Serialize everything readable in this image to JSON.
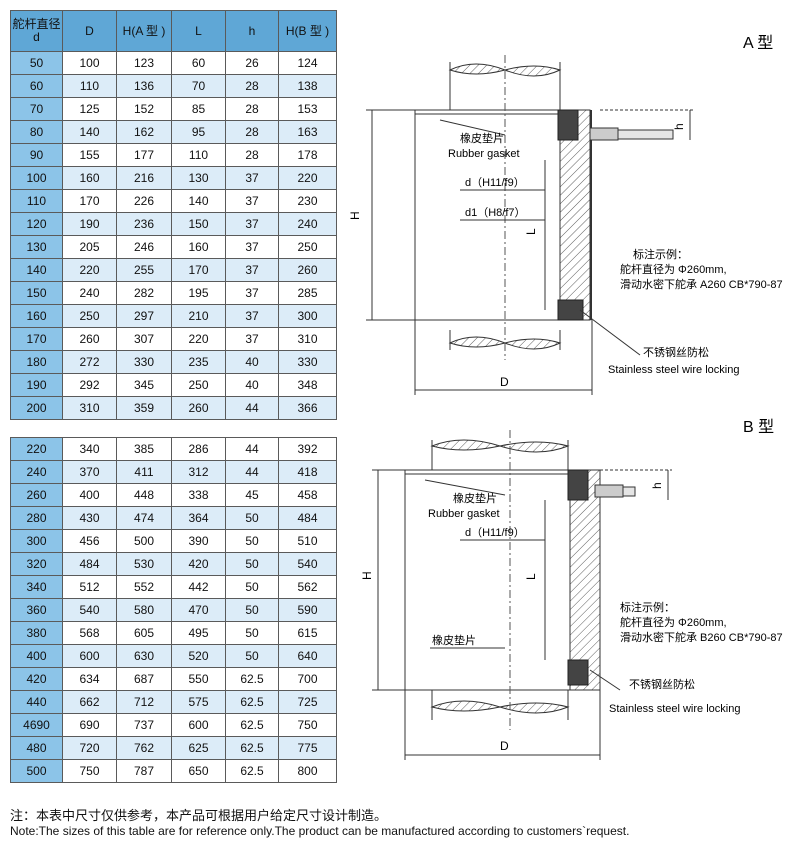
{
  "table": {
    "headers": [
      "舵杆直径\nd",
      "D",
      "H(A 型 )",
      "L",
      "h",
      "H(B 型 )"
    ],
    "group1": [
      [
        "50",
        "100",
        "123",
        "60",
        "26",
        "124"
      ],
      [
        "60",
        "110",
        "136",
        "70",
        "28",
        "138"
      ],
      [
        "70",
        "125",
        "152",
        "85",
        "28",
        "153"
      ],
      [
        "80",
        "140",
        "162",
        "95",
        "28",
        "163"
      ],
      [
        "90",
        "155",
        "177",
        "110",
        "28",
        "178"
      ],
      [
        "100",
        "160",
        "216",
        "130",
        "37",
        "220"
      ],
      [
        "110",
        "170",
        "226",
        "140",
        "37",
        "230"
      ],
      [
        "120",
        "190",
        "236",
        "150",
        "37",
        "240"
      ],
      [
        "130",
        "205",
        "246",
        "160",
        "37",
        "250"
      ],
      [
        "140",
        "220",
        "255",
        "170",
        "37",
        "260"
      ],
      [
        "150",
        "240",
        "282",
        "195",
        "37",
        "285"
      ],
      [
        "160",
        "250",
        "297",
        "210",
        "37",
        "300"
      ],
      [
        "170",
        "260",
        "307",
        "220",
        "37",
        "310"
      ],
      [
        "180",
        "272",
        "330",
        "235",
        "40",
        "330"
      ],
      [
        "190",
        "292",
        "345",
        "250",
        "40",
        "348"
      ],
      [
        "200",
        "310",
        "359",
        "260",
        "44",
        "366"
      ]
    ],
    "group2": [
      [
        "220",
        "340",
        "385",
        "286",
        "44",
        "392"
      ],
      [
        "240",
        "370",
        "411",
        "312",
        "44",
        "418"
      ],
      [
        "260",
        "400",
        "448",
        "338",
        "45",
        "458"
      ],
      [
        "280",
        "430",
        "474",
        "364",
        "50",
        "484"
      ],
      [
        "300",
        "456",
        "500",
        "390",
        "50",
        "510"
      ],
      [
        "320",
        "484",
        "530",
        "420",
        "50",
        "540"
      ],
      [
        "340",
        "512",
        "552",
        "442",
        "50",
        "562"
      ],
      [
        "360",
        "540",
        "580",
        "470",
        "50",
        "590"
      ],
      [
        "380",
        "568",
        "605",
        "495",
        "50",
        "615"
      ],
      [
        "400",
        "600",
        "630",
        "520",
        "50",
        "640"
      ],
      [
        "420",
        "634",
        "687",
        "550",
        "62.5",
        "700"
      ],
      [
        "440",
        "662",
        "712",
        "575",
        "62.5",
        "725"
      ],
      [
        "4690",
        "690",
        "737",
        "600",
        "62.5",
        "750"
      ],
      [
        "480",
        "720",
        "762",
        "625",
        "62.5",
        "775"
      ],
      [
        "500",
        "750",
        "787",
        "650",
        "62.5",
        "800"
      ]
    ]
  },
  "typeA": {
    "title": "A 型",
    "rubber_cn": "橡皮垫片",
    "rubber_en": "Rubber gasket",
    "d_label": "d（H11/f9）",
    "d1_label": "d1（H8/f7）",
    "H": "H",
    "L": "L",
    "h": "h",
    "D": "D",
    "example_title": "标注示例：",
    "example_line1": "舵杆直径为 Φ260mm,",
    "example_line2": "滑动水密下舵承 A260 CB*790-87",
    "lock_cn": "不锈钢丝防松",
    "lock_en": "Stainless steel wire locking"
  },
  "typeB": {
    "title": "B 型",
    "rubber_cn": "橡皮垫片",
    "rubber_en": "Rubber gasket",
    "d_label": "d（H11/f9）",
    "rubber2_cn": "橡皮垫片",
    "H": "H",
    "L": "L",
    "h": "h",
    "D": "D",
    "example_title": "标注示例：",
    "example_line1": "舵杆直径为 Φ260mm,",
    "example_line2": "滑动水密下舵承 B260 CB*790-87",
    "lock_cn": "不锈钢丝防松",
    "lock_en": "Stainless steel wire locking"
  },
  "notes": {
    "cn": "注：本表中尺寸仅供参考，本产品可根据用户给定尺寸设计制造。",
    "en": "Note:The sizes of this table are for reference only.The product can be manufactured according to customers`request."
  }
}
